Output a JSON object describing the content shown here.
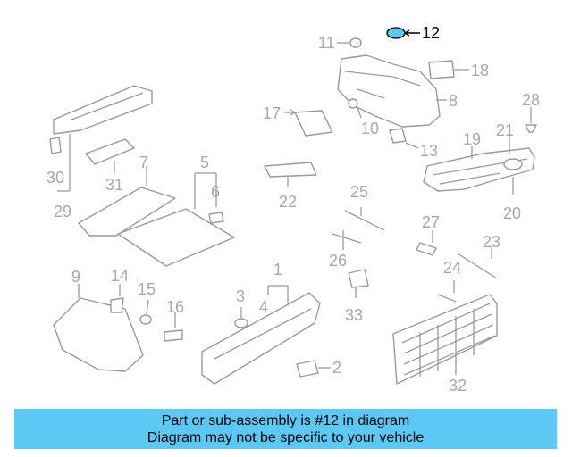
{
  "colors": {
    "highlight_fill": "#5bc8f5",
    "line_gray": "#9a9a9a",
    "label_gray": "#a8a8a8",
    "banner_bg": "#5bc8f5"
  },
  "callouts": [
    "1",
    "2",
    "3",
    "4",
    "5",
    "6",
    "7",
    "8",
    "9",
    "10",
    "11",
    "12",
    "13",
    "14",
    "15",
    "16",
    "17",
    "18",
    "19",
    "20",
    "21",
    "22",
    "23",
    "24",
    "25",
    "26",
    "27",
    "28",
    "29",
    "30",
    "31",
    "32",
    "33"
  ],
  "highlighted_part": "12",
  "banner": {
    "line1": "Part or sub-assembly is #12 in diagram",
    "line2": "Diagram may not be specific to your vehicle"
  }
}
